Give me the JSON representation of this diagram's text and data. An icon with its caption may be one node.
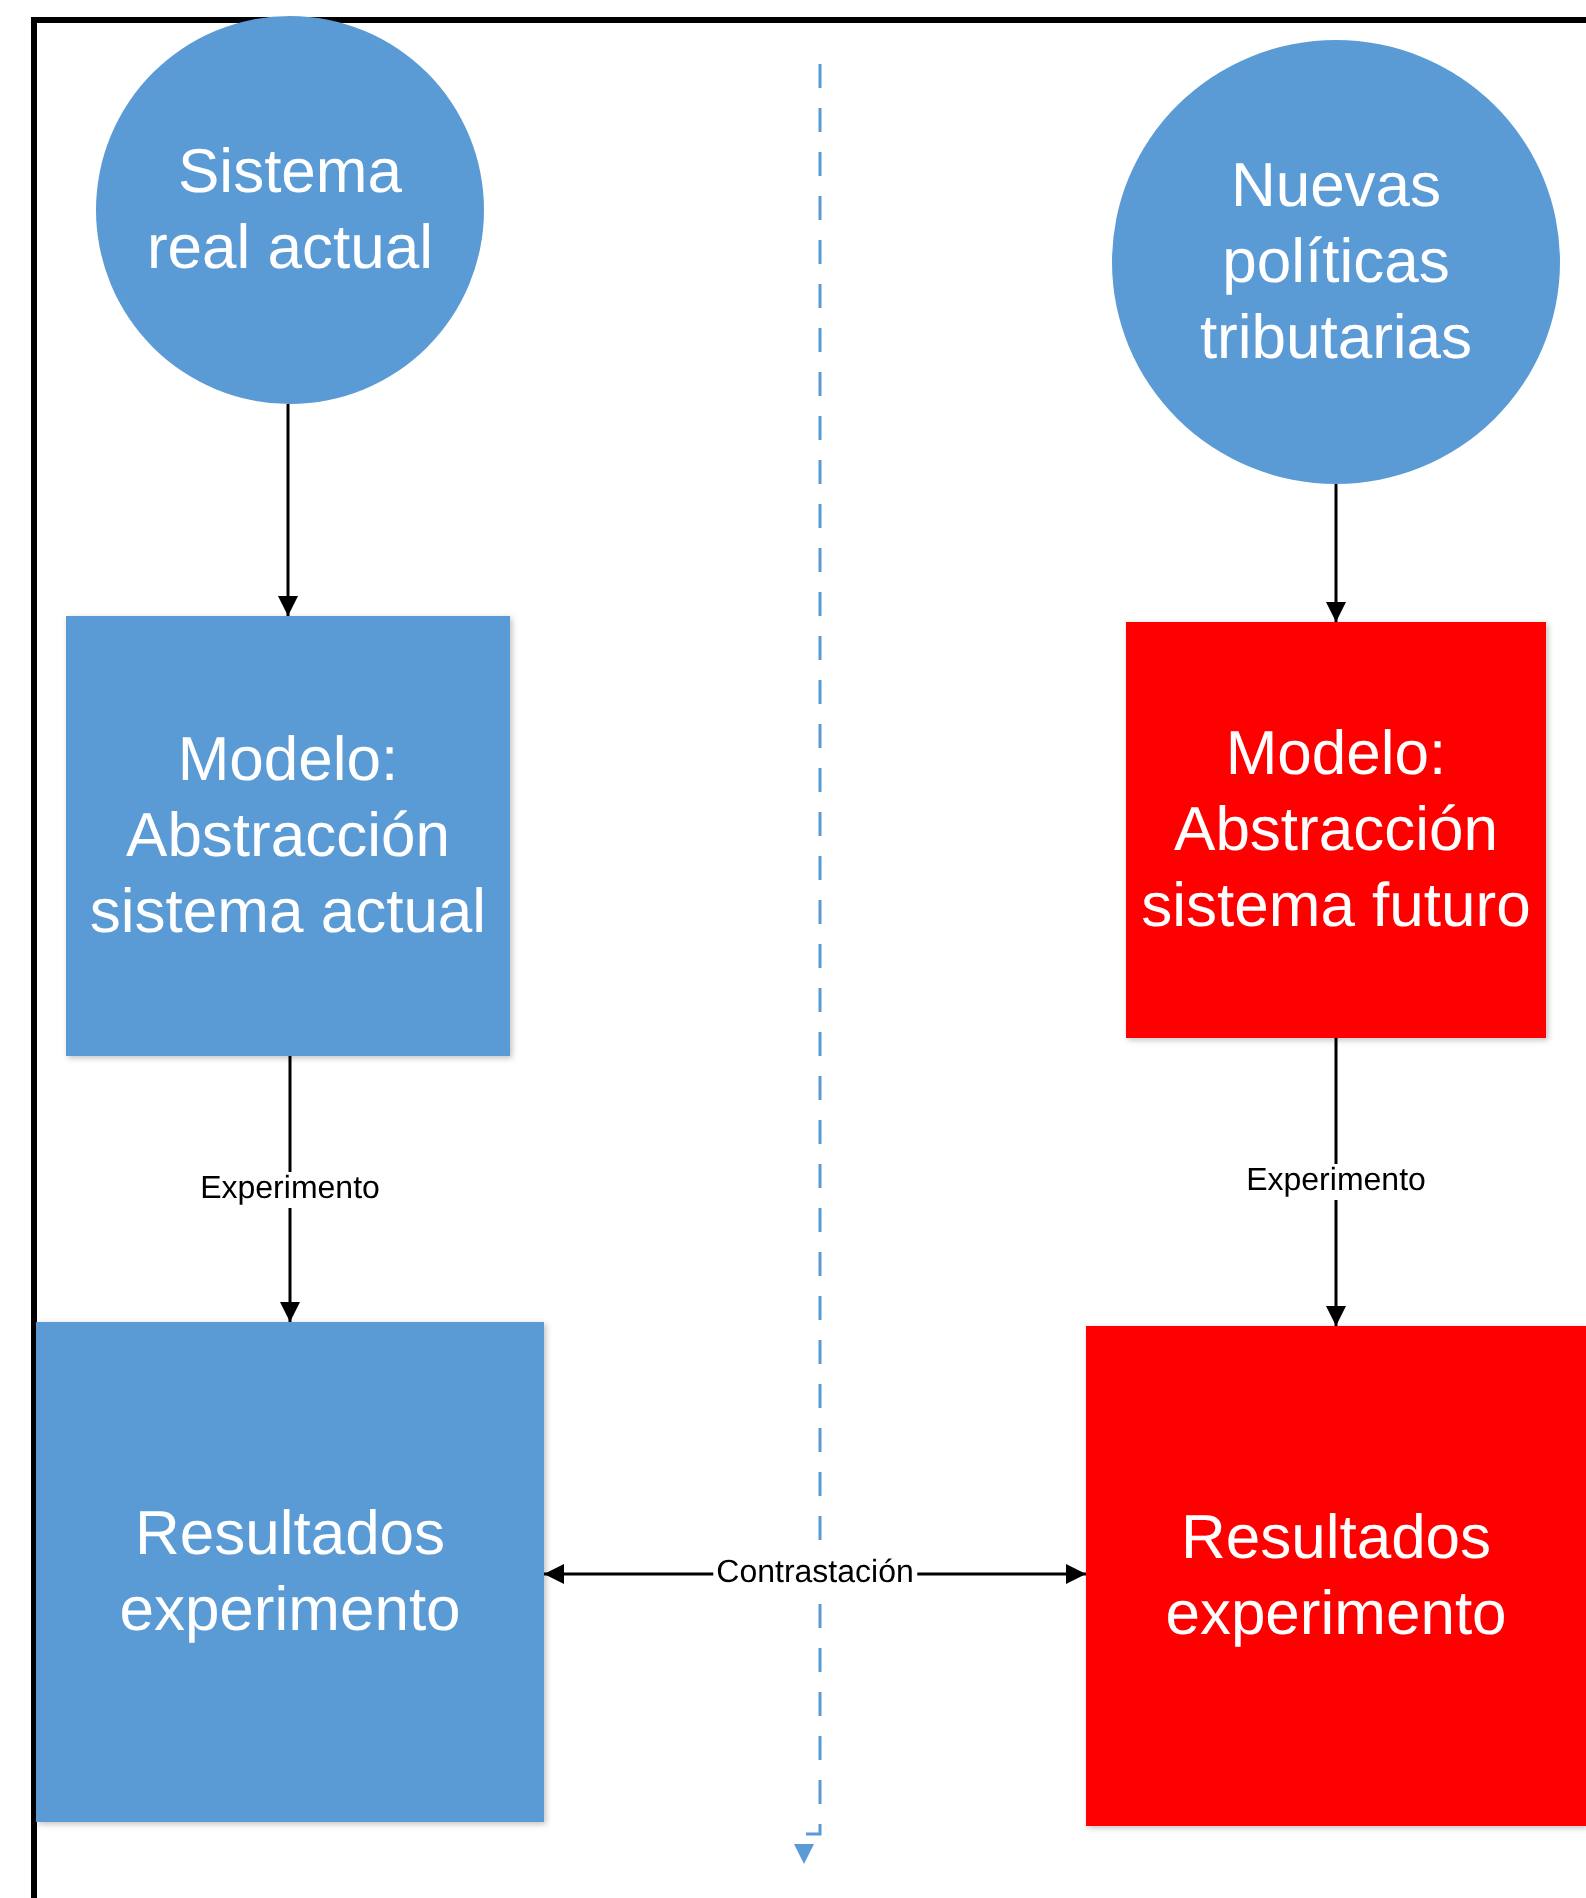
{
  "diagram": {
    "nodes": [
      {
        "text": [
          "Sistema real actual"
        ]
      },
      {
        "text": [
          "Nuevas políticas tributarias"
        ]
      },
      {
        "text": [
          "Modelo: Abstracción sistema actual"
        ]
      },
      {
        "text": [
          "Modelo: Abstracción sistema futuro"
        ]
      },
      {
        "text": [
          "Resultados experimento"
        ]
      },
      {
        "text": [
          "Resultados experimento"
        ]
      }
    ],
    "edges": [
      {
        "from": 0,
        "to": 2,
        "arrow": "to"
      },
      {
        "from": 1,
        "to": 3,
        "arrow": "to"
      },
      {
        "from": 2,
        "to": 4,
        "label": "Experimento",
        "arrow": "to"
      },
      {
        "from": 3,
        "to": 5,
        "label": "Experimento",
        "arrow": "to"
      },
      {
        "from": 4,
        "to": 5,
        "label": "Contrastación",
        "arrow": "both"
      }
    ]
  }
}
